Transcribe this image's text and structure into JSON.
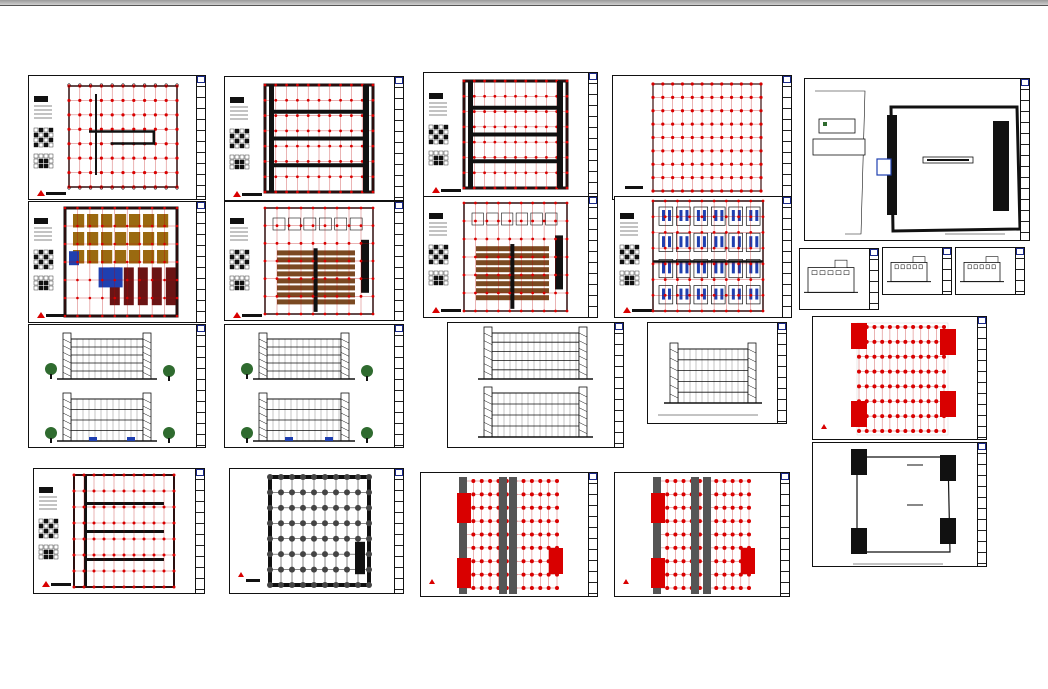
{
  "canvas": {
    "background": "#ffffff"
  },
  "colors": {
    "line": "#111111",
    "column": "#d90000",
    "highlight": "#1f3fb0",
    "wood": "#7a4a22",
    "tree": "#2f6b2f",
    "shade": "#9a6a10"
  },
  "sheets": [
    {
      "id": "floor-plan-1",
      "kind": "plan-legend",
      "icon": "floor-plan-icon"
    },
    {
      "id": "floor-plan-2",
      "kind": "plan-dark",
      "icon": "floor-plan-icon"
    },
    {
      "id": "floor-plan-3",
      "kind": "plan-dark",
      "icon": "floor-plan-icon"
    },
    {
      "id": "floor-plan-4",
      "kind": "grid-red",
      "icon": "floor-plan-icon"
    },
    {
      "id": "site-plan",
      "kind": "site",
      "icon": "site-plan-icon"
    },
    {
      "id": "furniture-plan-1",
      "kind": "furniture-colored",
      "icon": "furniture-plan-icon"
    },
    {
      "id": "furniture-plan-2",
      "kind": "furniture-wood",
      "icon": "furniture-plan-icon"
    },
    {
      "id": "furniture-plan-3",
      "kind": "furniture-wood",
      "icon": "furniture-plan-icon"
    },
    {
      "id": "furniture-plan-4",
      "kind": "furniture-blue",
      "icon": "furniture-plan-icon"
    },
    {
      "id": "small-elevation-1",
      "kind": "elev-small",
      "icon": "elevation-icon"
    },
    {
      "id": "small-elevation-2",
      "kind": "elev-small",
      "icon": "elevation-icon"
    },
    {
      "id": "small-elevation-3",
      "kind": "elev-small",
      "icon": "elevation-icon"
    },
    {
      "id": "elevations-1",
      "kind": "elev-double-trees",
      "icon": "elevation-icon"
    },
    {
      "id": "elevations-2",
      "kind": "elev-double-trees",
      "icon": "elevation-icon"
    },
    {
      "id": "elevations-3",
      "kind": "elev-double",
      "icon": "elevation-icon"
    },
    {
      "id": "elevation-4",
      "kind": "elev-single",
      "icon": "elevation-icon"
    },
    {
      "id": "column-plan-1",
      "kind": "grid-red-corners",
      "icon": "column-plan-icon"
    },
    {
      "id": "column-plan-2",
      "kind": "outline-corners",
      "icon": "column-plan-icon"
    },
    {
      "id": "floor-plan-5",
      "kind": "plan-legend-grid",
      "icon": "floor-plan-icon"
    },
    {
      "id": "foundation-plan",
      "kind": "grid-dark",
      "icon": "foundation-plan-icon"
    },
    {
      "id": "column-plan-3",
      "kind": "grid-red-cols",
      "icon": "column-plan-icon"
    },
    {
      "id": "column-plan-4",
      "kind": "grid-red-cols",
      "icon": "column-plan-icon"
    }
  ]
}
